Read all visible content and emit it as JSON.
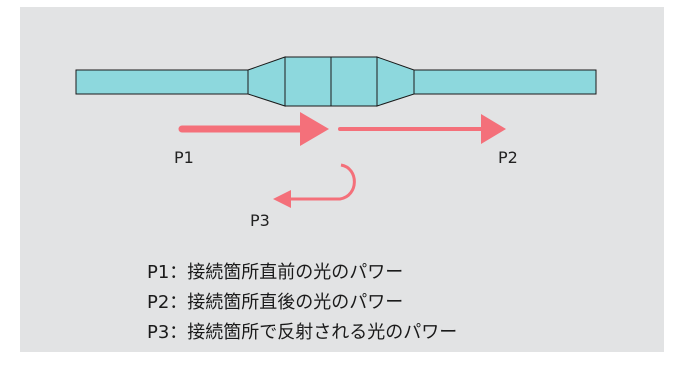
{
  "colors": {
    "panel_background": "#e2e3e4",
    "fiber_fill": "#8dd8dd",
    "fiber_stroke": "#1a1a1a",
    "arrow": "#f4707a",
    "text": "#1a1a1a"
  },
  "labels": {
    "p1": "P1",
    "p2": "P2",
    "p3": "P3"
  },
  "legend": [
    "P1：接続箇所直前の光のパワー",
    "P2：接続箇所直後の光のパワー",
    "P3：接続箇所で反射される光のパワー"
  ]
}
